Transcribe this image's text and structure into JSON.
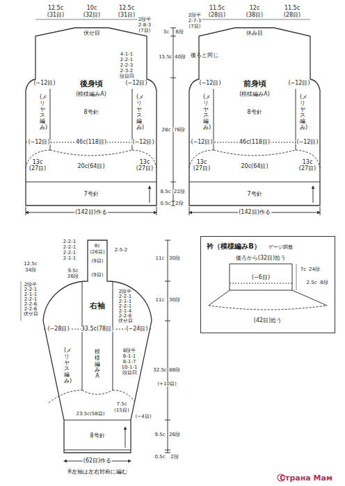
{
  "diagram": {
    "nodes": [
      {
        "text": [
          "後身頃",
          "(模様編みA)",
          "8号針",
          "(メリヤス編み)",
          "(メリヤス編み)",
          "7号針"
        ]
      },
      {
        "text": [
          "前身頃",
          "(模様編みA)",
          "8号針",
          "(メリヤス編み)",
          "(メリヤス編み)",
          "7号針"
        ]
      },
      {
        "text": [
          "右袖",
          "模様編みA",
          "(メリヤス編み)",
          "8号針"
        ]
      },
      {
        "text": [
          "衿（模様編みB）",
          "ゲージ調整"
        ]
      }
    ],
    "labels": [
      "12.5c",
      "(31目)",
      "10c",
      "(32目)",
      "12.5c",
      "(31目)",
      "伏せ目",
      "2段平",
      "2-8-3",
      "(7目)",
      "4-1-1",
      "2-2-1",
      "2-2-3",
      "2-3-2",
      "段目回",
      "(−12目)",
      "(−12目)",
      "(−12目)",
      "46c(118目)",
      "(−12目)",
      "13c",
      "(27目)",
      "20c(64目)",
      "13c",
      "(27目)",
      "(142目)作る",
      "3c",
      "8段",
      "15.5c",
      "40段",
      "28c",
      "76段",
      "8.5c",
      "22段",
      "0.5c",
      "2段",
      "後ろと同じ",
      "2段平",
      "2-7-3",
      "(7目)",
      "11.5c",
      "(28目)",
      "12c",
      "(38目)",
      "11.5c",
      "(28目)",
      "休み目",
      "(−12目)",
      "(−12目)",
      "(−12目)",
      "46c(118目)",
      "(−12目)",
      "13c",
      "(27目)",
      "20c(64目)",
      "13c",
      "(27目)",
      "(142目)作る",
      "2-2-1",
      "2-2-1",
      "2-2-1",
      "2-1-1",
      "8c",
      "(26目)",
      "(9目)",
      "2-5-2",
      "12.5c",
      "34段",
      "9.5c",
      "26段",
      "(9目)",
      "2段平",
      "2-2-1",
      "2-1-1",
      "2-2-1",
      "2-2-6",
      "2-2-6",
      "伏せ目",
      "2段平",
      "2-2-1",
      "2-1-1",
      "2-2-1",
      "2-1-4",
      "2-2-6",
      "伏せ目",
      "11c",
      "30段",
      "11c",
      "30段",
      "(−28目)",
      "33.5c(78目)",
      "(−24目)",
      "8段平",
      "6-1-1",
      "8-1-7",
      "10-1-1",
      "段目回",
      "32.5c",
      "88段",
      "(+10目)",
      "23.5c(58目)",
      "7.5c",
      "(15目)",
      "(−4目)",
      "9.5c",
      "26段",
      "0.5c",
      "2段",
      "(62目)作る",
      "※左袖は左右対称に編む",
      "後ろから(32目)拾う",
      "(−6目)",
      "7c",
      "24段",
      "2.5c",
      "8段",
      "(42目)拾う",
      "Страна Мам"
    ]
  }
}
